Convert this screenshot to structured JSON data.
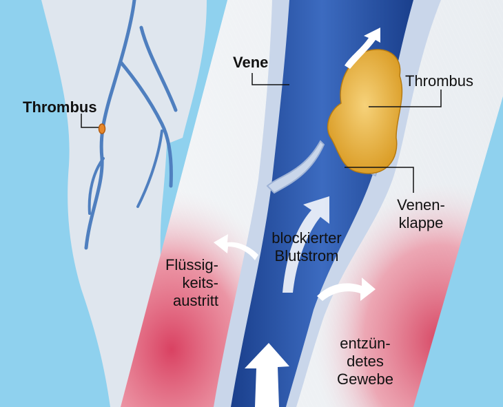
{
  "colors": {
    "background": "#8fd1ee",
    "leg": "#dfe6ee",
    "vein_dark": "#1f4a9a",
    "vein_wall": "#c9d6ea",
    "tissue_red": "#d9455e",
    "thrombus": "#e8b23a",
    "panel": "#eef1f4"
  },
  "labels": {
    "thrombus_leg": "Thrombus",
    "vene": "Vene",
    "thrombus_main": "Thrombus",
    "venenklappe": [
      "Venen-",
      "klappe"
    ],
    "blockierter_blutstrom": [
      "blockierter",
      "Blutstrom"
    ],
    "fluessigkeitsaustritt": [
      "Flüssig-",
      "keits-",
      "austritt"
    ],
    "entzuendetes_gewebe": [
      "entzün-",
      "detes",
      "Gewebe"
    ]
  }
}
